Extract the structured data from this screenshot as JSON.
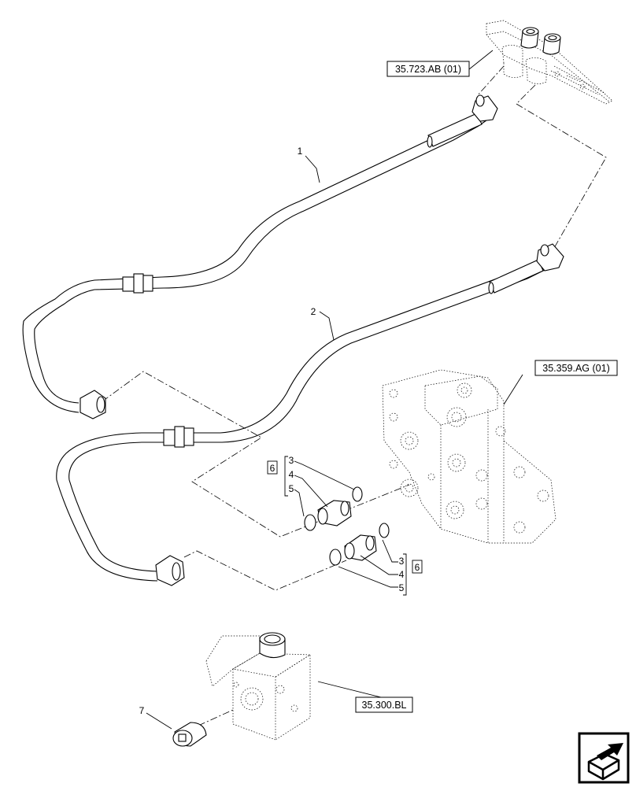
{
  "references": {
    "top_ref": "35.723.AB (01)",
    "valve_ref": "35.359.AG (01)",
    "block_ref": "35.300.BL"
  },
  "callouts": {
    "pipe_1": "1",
    "pipe_2": "2",
    "upper_kit": {
      "kit": "6",
      "o_ring_outer": "3",
      "adapter": "4",
      "o_ring_inner": "5"
    },
    "lower_kit": {
      "kit": "6",
      "o_ring_outer": "3",
      "adapter": "4",
      "o_ring_inner": "5"
    },
    "plug": "7"
  },
  "icons": {
    "nav": "navigation-arrow-icon"
  }
}
